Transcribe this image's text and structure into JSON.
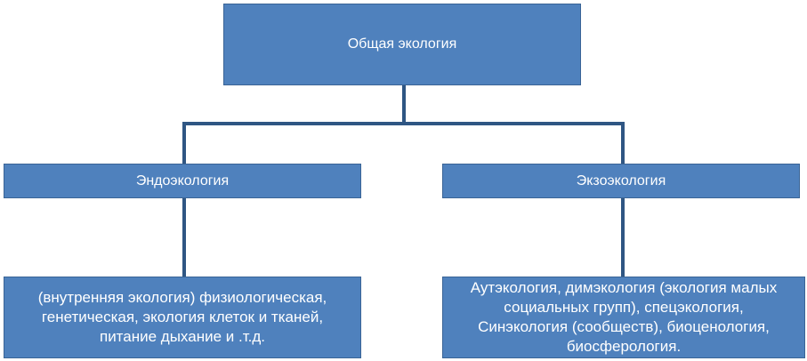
{
  "root": {
    "label": "Общая экология"
  },
  "branches": [
    {
      "label": "Эндоэкология",
      "description_lines": [
        "(внутренняя экология) физиологическая,",
        "генетическая, экология клеток и тканей,",
        "питание дыхание и .т.д."
      ]
    },
    {
      "label": "Экзоэкология",
      "description_lines": [
        "Аутэкология, димэкология (экология малых",
        "социальных групп), спецэкология,",
        "Синэкология (сообществ), биоценология,",
        "биосферология."
      ]
    }
  ],
  "colors": {
    "box_fill": "#4f81bd",
    "box_border": "#3a6496",
    "connector": "#2f5683",
    "text": "#ffffff"
  }
}
